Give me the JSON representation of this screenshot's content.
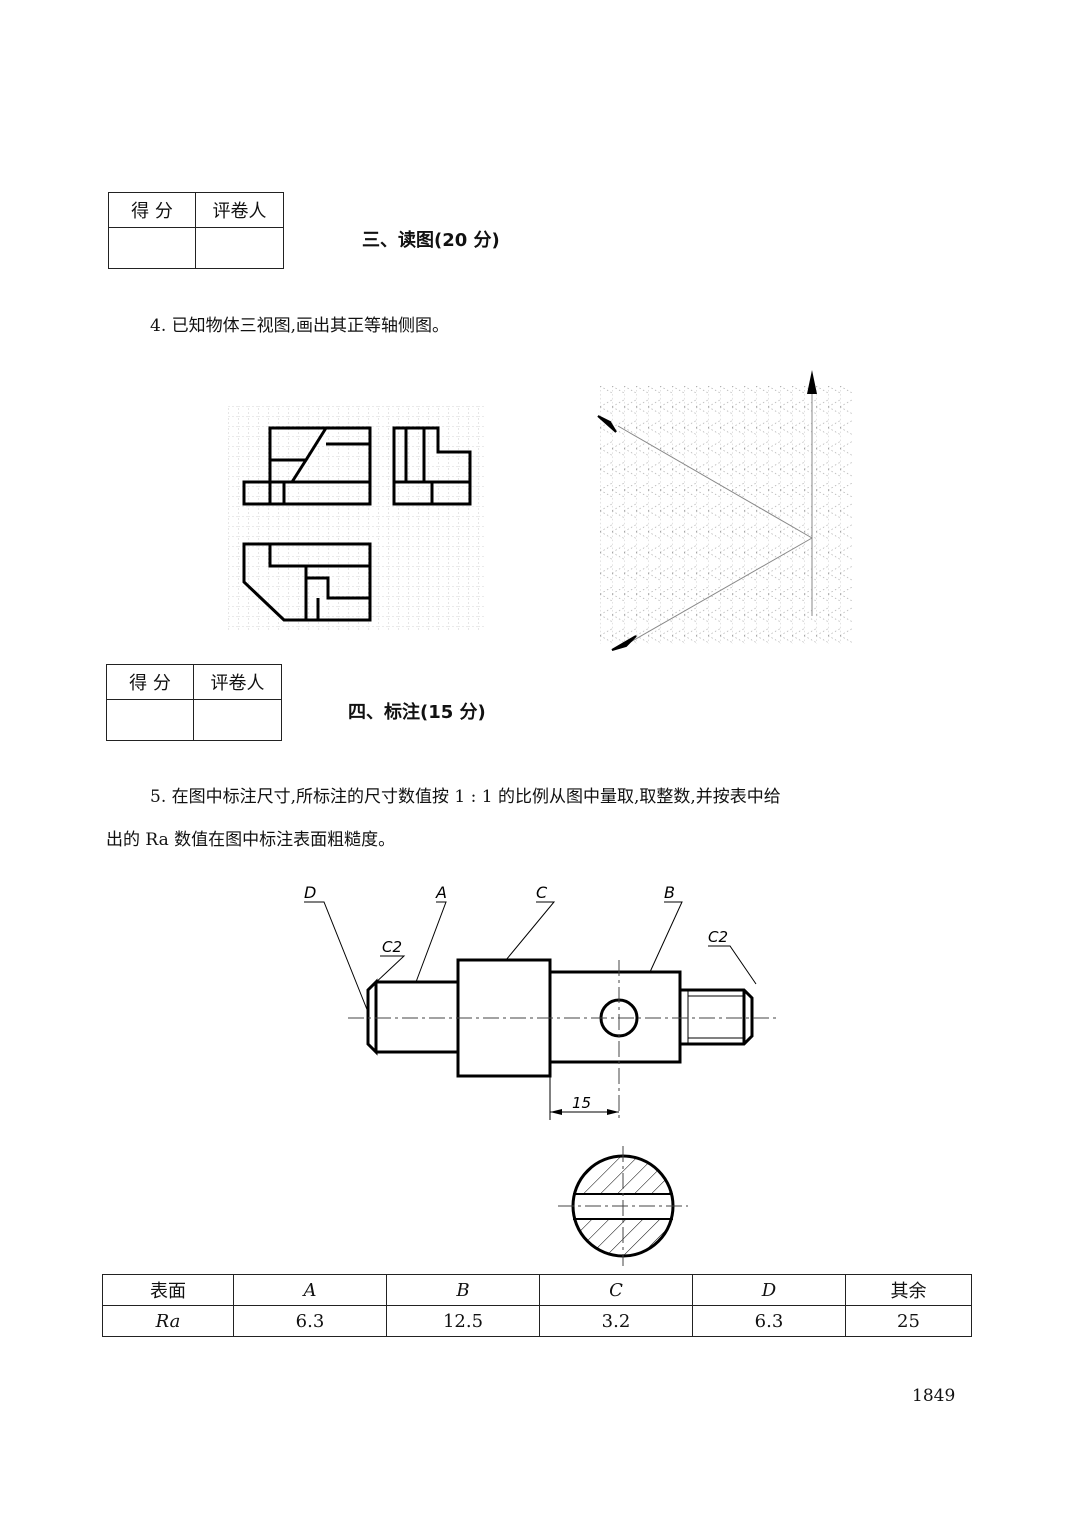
{
  "section3": {
    "score_box": {
      "score_label": "得 分",
      "grader_label": "评卷人"
    },
    "title": "三、读图(20 分)"
  },
  "q4": {
    "text": "4. 已知物体三视图,画出其正等轴侧图。"
  },
  "section4": {
    "score_box": {
      "score_label": "得 分",
      "grader_label": "评卷人"
    },
    "title": "四、标注(15 分)"
  },
  "q5": {
    "line1": "5. 在图中标注尺寸,所标注的尺寸数值按 1 : 1 的比例从图中量取,取整数,并按表中给",
    "line2": "出的 Ra 数值在图中标注表面粗糙度。"
  },
  "drawing_labels": {
    "d": "D",
    "a": "A",
    "c": "C",
    "b": "B",
    "chamfer_left": "C2",
    "chamfer_right": "C2",
    "dim": "15"
  },
  "ra_table": {
    "row_header_surface": "表面",
    "row_header_ra": "Ra",
    "surfaces": [
      "A",
      "B",
      "C",
      "D",
      "其余"
    ],
    "values": [
      "6.3",
      "12.5",
      "3.2",
      "6.3",
      "25"
    ]
  },
  "page_number": "1849"
}
